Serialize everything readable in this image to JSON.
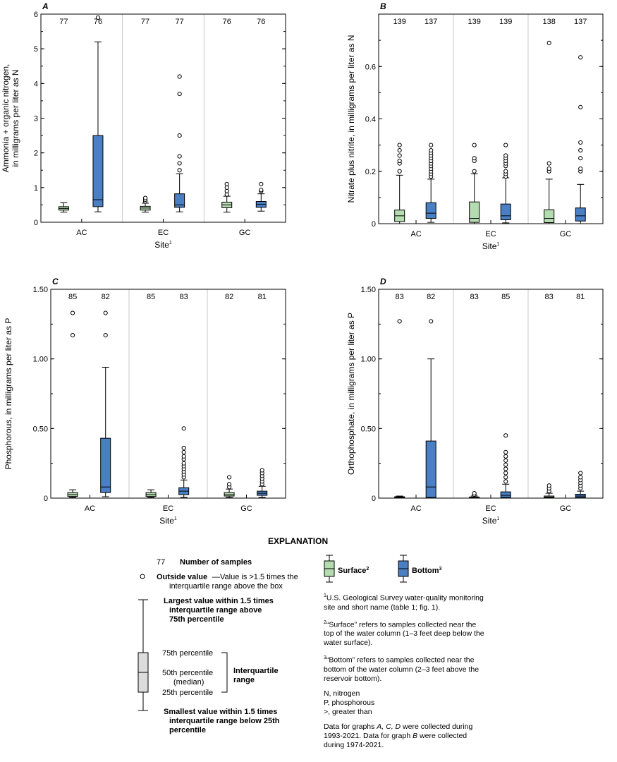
{
  "chart_data": [
    {
      "panel": "A",
      "type": "box",
      "title": "",
      "xlabel": "Site",
      "xlabel_sup": "1",
      "ylabel": [
        "Ammonia + organic nitrogen,",
        "in milligrams per liter as N"
      ],
      "ylim": [
        0,
        6
      ],
      "yticks": [
        "0",
        "1",
        "2",
        "3",
        "4",
        "5",
        "6"
      ],
      "ytick_values": [
        0,
        1,
        2,
        3,
        4,
        5,
        6
      ],
      "categories": [
        "AC",
        "EC",
        "GC"
      ],
      "boxes": [
        {
          "site": "AC",
          "series": "Surface",
          "n": "77",
          "whisker_low": 0.29,
          "q1": 0.35,
          "median": 0.4,
          "q3": 0.45,
          "whisker_high": 0.56,
          "outliers": []
        },
        {
          "site": "AC",
          "series": "Bottom",
          "n": "76",
          "whisker_low": 0.3,
          "q1": 0.45,
          "median": 0.65,
          "q3": 2.5,
          "whisker_high": 5.2,
          "outliers": [
            5.9
          ]
        },
        {
          "site": "EC",
          "series": "Surface",
          "n": "77",
          "whisker_low": 0.29,
          "q1": 0.35,
          "median": 0.41,
          "q3": 0.46,
          "whisker_high": 0.55,
          "outliers": [
            0.6,
            0.65,
            0.7
          ]
        },
        {
          "site": "EC",
          "series": "Bottom",
          "n": "77",
          "whisker_low": 0.3,
          "q1": 0.43,
          "median": 0.5,
          "q3": 0.82,
          "whisker_high": 1.4,
          "outliers": [
            1.5,
            1.7,
            1.9,
            2.5,
            3.7,
            4.2
          ]
        },
        {
          "site": "GC",
          "series": "Surface",
          "n": "76",
          "whisker_low": 0.29,
          "q1": 0.42,
          "median": 0.5,
          "q3": 0.58,
          "whisker_high": 0.75,
          "outliers": [
            0.8,
            0.9,
            1.0,
            1.1
          ]
        },
        {
          "site": "GC",
          "series": "Bottom",
          "n": "76",
          "whisker_low": 0.32,
          "q1": 0.43,
          "median": 0.52,
          "q3": 0.6,
          "whisker_high": 0.82,
          "outliers": [
            0.9,
            0.93,
            1.1
          ]
        }
      ]
    },
    {
      "panel": "B",
      "type": "box",
      "title": "",
      "xlabel": "Site",
      "xlabel_sup": "1",
      "ylabel": [
        "Nitrate plus nitrite, in milligrams per liter as N"
      ],
      "ylim": [
        0,
        0.8
      ],
      "yticks": [
        "0",
        "0.2",
        "0.4",
        "0.6"
      ],
      "ytick_values": [
        0,
        0.2,
        0.4,
        0.6
      ],
      "categories": [
        "AC",
        "EC",
        "GC"
      ],
      "boxes": [
        {
          "site": "AC",
          "series": "Surface",
          "n": "139",
          "whisker_low": 0.0,
          "q1": 0.008,
          "median": 0.03,
          "q3": 0.052,
          "whisker_high": 0.185,
          "outliers": [
            0.2,
            0.23,
            0.24,
            0.26,
            0.28,
            0.3
          ]
        },
        {
          "site": "AC",
          "series": "Bottom",
          "n": "137",
          "whisker_low": 0.005,
          "q1": 0.02,
          "median": 0.04,
          "q3": 0.08,
          "whisker_high": 0.17,
          "outliers": [
            0.18,
            0.19,
            0.2,
            0.21,
            0.22,
            0.23,
            0.24,
            0.25,
            0.26,
            0.27,
            0.28,
            0.3
          ]
        },
        {
          "site": "EC",
          "series": "Surface",
          "n": "139",
          "whisker_low": 0.0,
          "q1": 0.005,
          "median": 0.02,
          "q3": 0.083,
          "whisker_high": 0.19,
          "outliers": [
            0.2,
            0.24,
            0.25,
            0.3
          ]
        },
        {
          "site": "EC",
          "series": "Bottom",
          "n": "139",
          "whisker_low": 0.003,
          "q1": 0.015,
          "median": 0.03,
          "q3": 0.075,
          "whisker_high": 0.175,
          "outliers": [
            0.18,
            0.19,
            0.2,
            0.22,
            0.23,
            0.24,
            0.25,
            0.26,
            0.3
          ]
        },
        {
          "site": "GC",
          "series": "Surface",
          "n": "138",
          "whisker_low": 0.0,
          "q1": 0.004,
          "median": 0.02,
          "q3": 0.053,
          "whisker_high": 0.17,
          "outliers": [
            0.2,
            0.21,
            0.23,
            0.69
          ]
        },
        {
          "site": "GC",
          "series": "Bottom",
          "n": "137",
          "whisker_low": 0.0,
          "q1": 0.01,
          "median": 0.03,
          "q3": 0.06,
          "whisker_high": 0.15,
          "outliers": [
            0.2,
            0.21,
            0.25,
            0.28,
            0.31,
            0.445,
            0.635
          ]
        }
      ]
    },
    {
      "panel": "C",
      "type": "box",
      "title": "",
      "xlabel": "Site",
      "xlabel_sup": "1",
      "ylabel": [
        "Phosphorous, in milligrams per liter as P"
      ],
      "ylim": [
        0,
        1.5
      ],
      "yticks": [
        "0",
        "0.50",
        "1.00",
        "1.50"
      ],
      "ytick_values": [
        0,
        0.5,
        1.0,
        1.5
      ],
      "categories": [
        "AC",
        "EC",
        "GC"
      ],
      "boxes": [
        {
          "site": "AC",
          "series": "Surface",
          "n": "85",
          "whisker_low": 0.005,
          "q1": 0.012,
          "median": 0.025,
          "q3": 0.04,
          "whisker_high": 0.06,
          "outliers": [
            1.17,
            1.33
          ]
        },
        {
          "site": "AC",
          "series": "Bottom",
          "n": "82",
          "whisker_low": 0.01,
          "q1": 0.04,
          "median": 0.08,
          "q3": 0.43,
          "whisker_high": 0.94,
          "outliers": [
            1.17,
            1.33
          ]
        },
        {
          "site": "EC",
          "series": "Surface",
          "n": "85",
          "whisker_low": 0.005,
          "q1": 0.012,
          "median": 0.025,
          "q3": 0.04,
          "whisker_high": 0.06,
          "outliers": []
        },
        {
          "site": "EC",
          "series": "Bottom",
          "n": "83",
          "whisker_low": 0.005,
          "q1": 0.025,
          "median": 0.05,
          "q3": 0.075,
          "whisker_high": 0.13,
          "outliers": [
            0.15,
            0.17,
            0.19,
            0.21,
            0.23,
            0.25,
            0.28,
            0.3,
            0.33,
            0.36,
            0.5
          ]
        },
        {
          "site": "GC",
          "series": "Surface",
          "n": "82",
          "whisker_low": 0.005,
          "q1": 0.015,
          "median": 0.025,
          "q3": 0.04,
          "whisker_high": 0.065,
          "outliers": [
            0.08,
            0.1,
            0.15
          ]
        },
        {
          "site": "GC",
          "series": "Bottom",
          "n": "81",
          "whisker_low": 0.005,
          "q1": 0.02,
          "median": 0.035,
          "q3": 0.05,
          "whisker_high": 0.085,
          "outliers": [
            0.1,
            0.12,
            0.14,
            0.16,
            0.18,
            0.2
          ]
        }
      ]
    },
    {
      "panel": "D",
      "type": "box",
      "title": "",
      "xlabel": "Site",
      "xlabel_sup": "1",
      "ylabel": [
        "Orthophosphate, in milligrams per liter as P"
      ],
      "ylim": [
        0,
        1.5
      ],
      "yticks": [
        "0",
        "0.50",
        "1.00",
        "1.50"
      ],
      "ytick_values": [
        0,
        0.5,
        1.0,
        1.5
      ],
      "categories": [
        "AC",
        "EC",
        "GC"
      ],
      "boxes": [
        {
          "site": "AC",
          "series": "Surface",
          "n": "83",
          "whisker_low": 0.0,
          "q1": 0.003,
          "median": 0.005,
          "q3": 0.01,
          "whisker_high": 0.015,
          "outliers": [
            1.27
          ]
        },
        {
          "site": "AC",
          "series": "Bottom",
          "n": "82",
          "whisker_low": 0.0,
          "q1": 0.005,
          "median": 0.08,
          "q3": 0.41,
          "whisker_high": 1.0,
          "outliers": [
            1.27
          ]
        },
        {
          "site": "EC",
          "series": "Surface",
          "n": "83",
          "whisker_low": 0.0,
          "q1": 0.002,
          "median": 0.004,
          "q3": 0.008,
          "whisker_high": 0.015,
          "outliers": [
            0.025,
            0.035
          ]
        },
        {
          "site": "EC",
          "series": "Bottom",
          "n": "85",
          "whisker_low": 0.0,
          "q1": 0.005,
          "median": 0.02,
          "q3": 0.045,
          "whisker_high": 0.1,
          "outliers": [
            0.12,
            0.15,
            0.18,
            0.21,
            0.24,
            0.27,
            0.3,
            0.33,
            0.45
          ]
        },
        {
          "site": "GC",
          "series": "Surface",
          "n": "83",
          "whisker_low": 0.0,
          "q1": 0.003,
          "median": 0.008,
          "q3": 0.015,
          "whisker_high": 0.035,
          "outliers": [
            0.05,
            0.07,
            0.09
          ]
        },
        {
          "site": "GC",
          "series": "Bottom",
          "n": "81",
          "whisker_low": 0.0,
          "q1": 0.005,
          "median": 0.015,
          "q3": 0.028,
          "whisker_high": 0.05,
          "outliers": [
            0.07,
            0.09,
            0.11,
            0.13,
            0.15,
            0.18
          ]
        }
      ]
    }
  ],
  "colors": {
    "surface": "#b5dbb0",
    "bottom": "#4a7fc4",
    "explanation_box": "#dcdcdc",
    "site_divider": "#c8c8c8"
  },
  "explanation": {
    "heading": "EXPLANATION",
    "n_example": "77",
    "n_label": "Number of samples",
    "outside_label": "Outside value",
    "outside_desc_1": "—Value is >1.5 times the",
    "outside_desc_2": "interquartile range above the box",
    "largest_1": "Largest value within 1.5 times",
    "largest_2": "interquartile range above",
    "largest_3": "75th percentile",
    "p75": "75th percentile",
    "p50": "50th percentile",
    "median": "(median)",
    "p25": "25th percentile",
    "iqr_1": "Interquartile",
    "iqr_2": "range",
    "smallest_1": "Smallest value within 1.5 times",
    "smallest_2": "interquartile range below 25th",
    "smallest_3": "percentile",
    "surface_label": "Surface",
    "surface_sup": "2",
    "bottom_label": "Bottom",
    "bottom_sup": "3",
    "note1_sup": "1",
    "note1_a": "U.S. Geological Survey water-quality monitoring",
    "note1_b": "site and short name (table 1; fig. 1).",
    "note2_sup": "2",
    "note2_a": "“Surface” refers to samples collected near the",
    "note2_b": "top of the water column (1–3 feet deep below the",
    "note2_c": "water surface).",
    "note3_sup": "3",
    "note3_a": "“Bottom” refers to samples collected near the",
    "note3_b": "bottom of the water column (2–3 feet above the",
    "note3_c": "reservoir bottom).",
    "abbr_n": "N, nitrogen",
    "abbr_p": "P, phosphorous",
    "abbr_gt": ">, greater than",
    "data_note_1": "Data for graphs ",
    "data_note_graphs": "A, C, D",
    "data_note_2": " were collected during",
    "data_note_3": "1993-2021. Data for graph ",
    "data_note_b": "B",
    "data_note_4": " were collected",
    "data_note_5": "during 1974-2021."
  }
}
